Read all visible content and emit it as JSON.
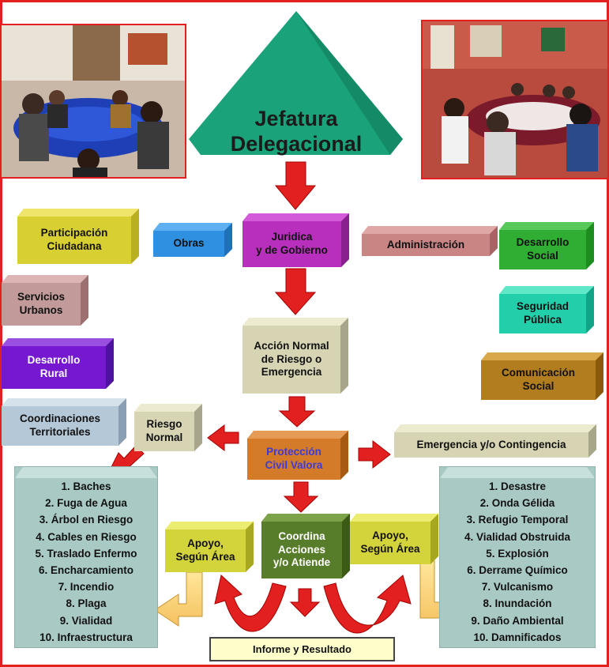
{
  "jefatura": {
    "line1": "Jefatura",
    "line2": "Delegacional"
  },
  "departments": {
    "participacion": {
      "line1": "Participación",
      "line2": "Ciudadana"
    },
    "obras": "Obras",
    "juridica": {
      "line1": "Juridica",
      "line2": "y de Gobierno"
    },
    "administracion": "Administración",
    "desarrollo_social": {
      "line1": "Desarrollo",
      "line2": "Social"
    },
    "servicios_urbanos": {
      "line1": "Servicios",
      "line2": "Urbanos"
    },
    "seguridad_publica": {
      "line1": "Seguridad",
      "line2": "Pública"
    },
    "desarrollo_rural": {
      "line1": "Desarrollo",
      "line2": "Rural"
    },
    "comunicacion_social": {
      "line1": "Comunicación",
      "line2": "Social"
    },
    "coordinaciones": {
      "line1": "Coordinaciones",
      "line2": "Territoriales"
    }
  },
  "flow": {
    "accion_normal": {
      "line1": "Acción Normal",
      "line2": "de Riesgo o",
      "line3": "Emergencia"
    },
    "riesgo_normal": {
      "line1": "Riesgo",
      "line2": "Normal"
    },
    "proteccion_civil": {
      "line1": "Protección",
      "line2": "Civil Valora"
    },
    "emergencia": "Emergencia y/o Contingencia",
    "coordina": {
      "line1": "Coordina",
      "line2": "Acciones",
      "line3": "y/o Atiende"
    },
    "apoyo_left": {
      "line1": "Apoyo,",
      "line2": "Según Área"
    },
    "apoyo_right": {
      "line1": "Apoyo,",
      "line2": "Según Área"
    },
    "informe": "Informe y Resultado"
  },
  "riesgo_normal_list": [
    "1. Baches",
    "2. Fuga de Agua",
    "3. Árbol en Riesgo",
    "4. Cables en Riesgo",
    "5. Traslado Enfermo",
    "6. Encharcamiento",
    "7. Incendio",
    "8. Plaga",
    "9. Vialidad",
    "10. Infraestructura"
  ],
  "emergencia_list": [
    "1. Desastre",
    "2. Onda Gélida",
    "3. Refugio Temporal",
    "4. Vialidad Obstruida",
    "5. Explosión",
    "6. Derrame Químico",
    "7. Vulcanismo",
    "8. Inundación",
    "9. Daño Ambiental",
    "10. Damnificados"
  ],
  "colors": {
    "border": "#e2201f",
    "arrow": "#e2201f",
    "jefatura": "#1aa37a",
    "proteccion_text": "#3b3bd6"
  }
}
